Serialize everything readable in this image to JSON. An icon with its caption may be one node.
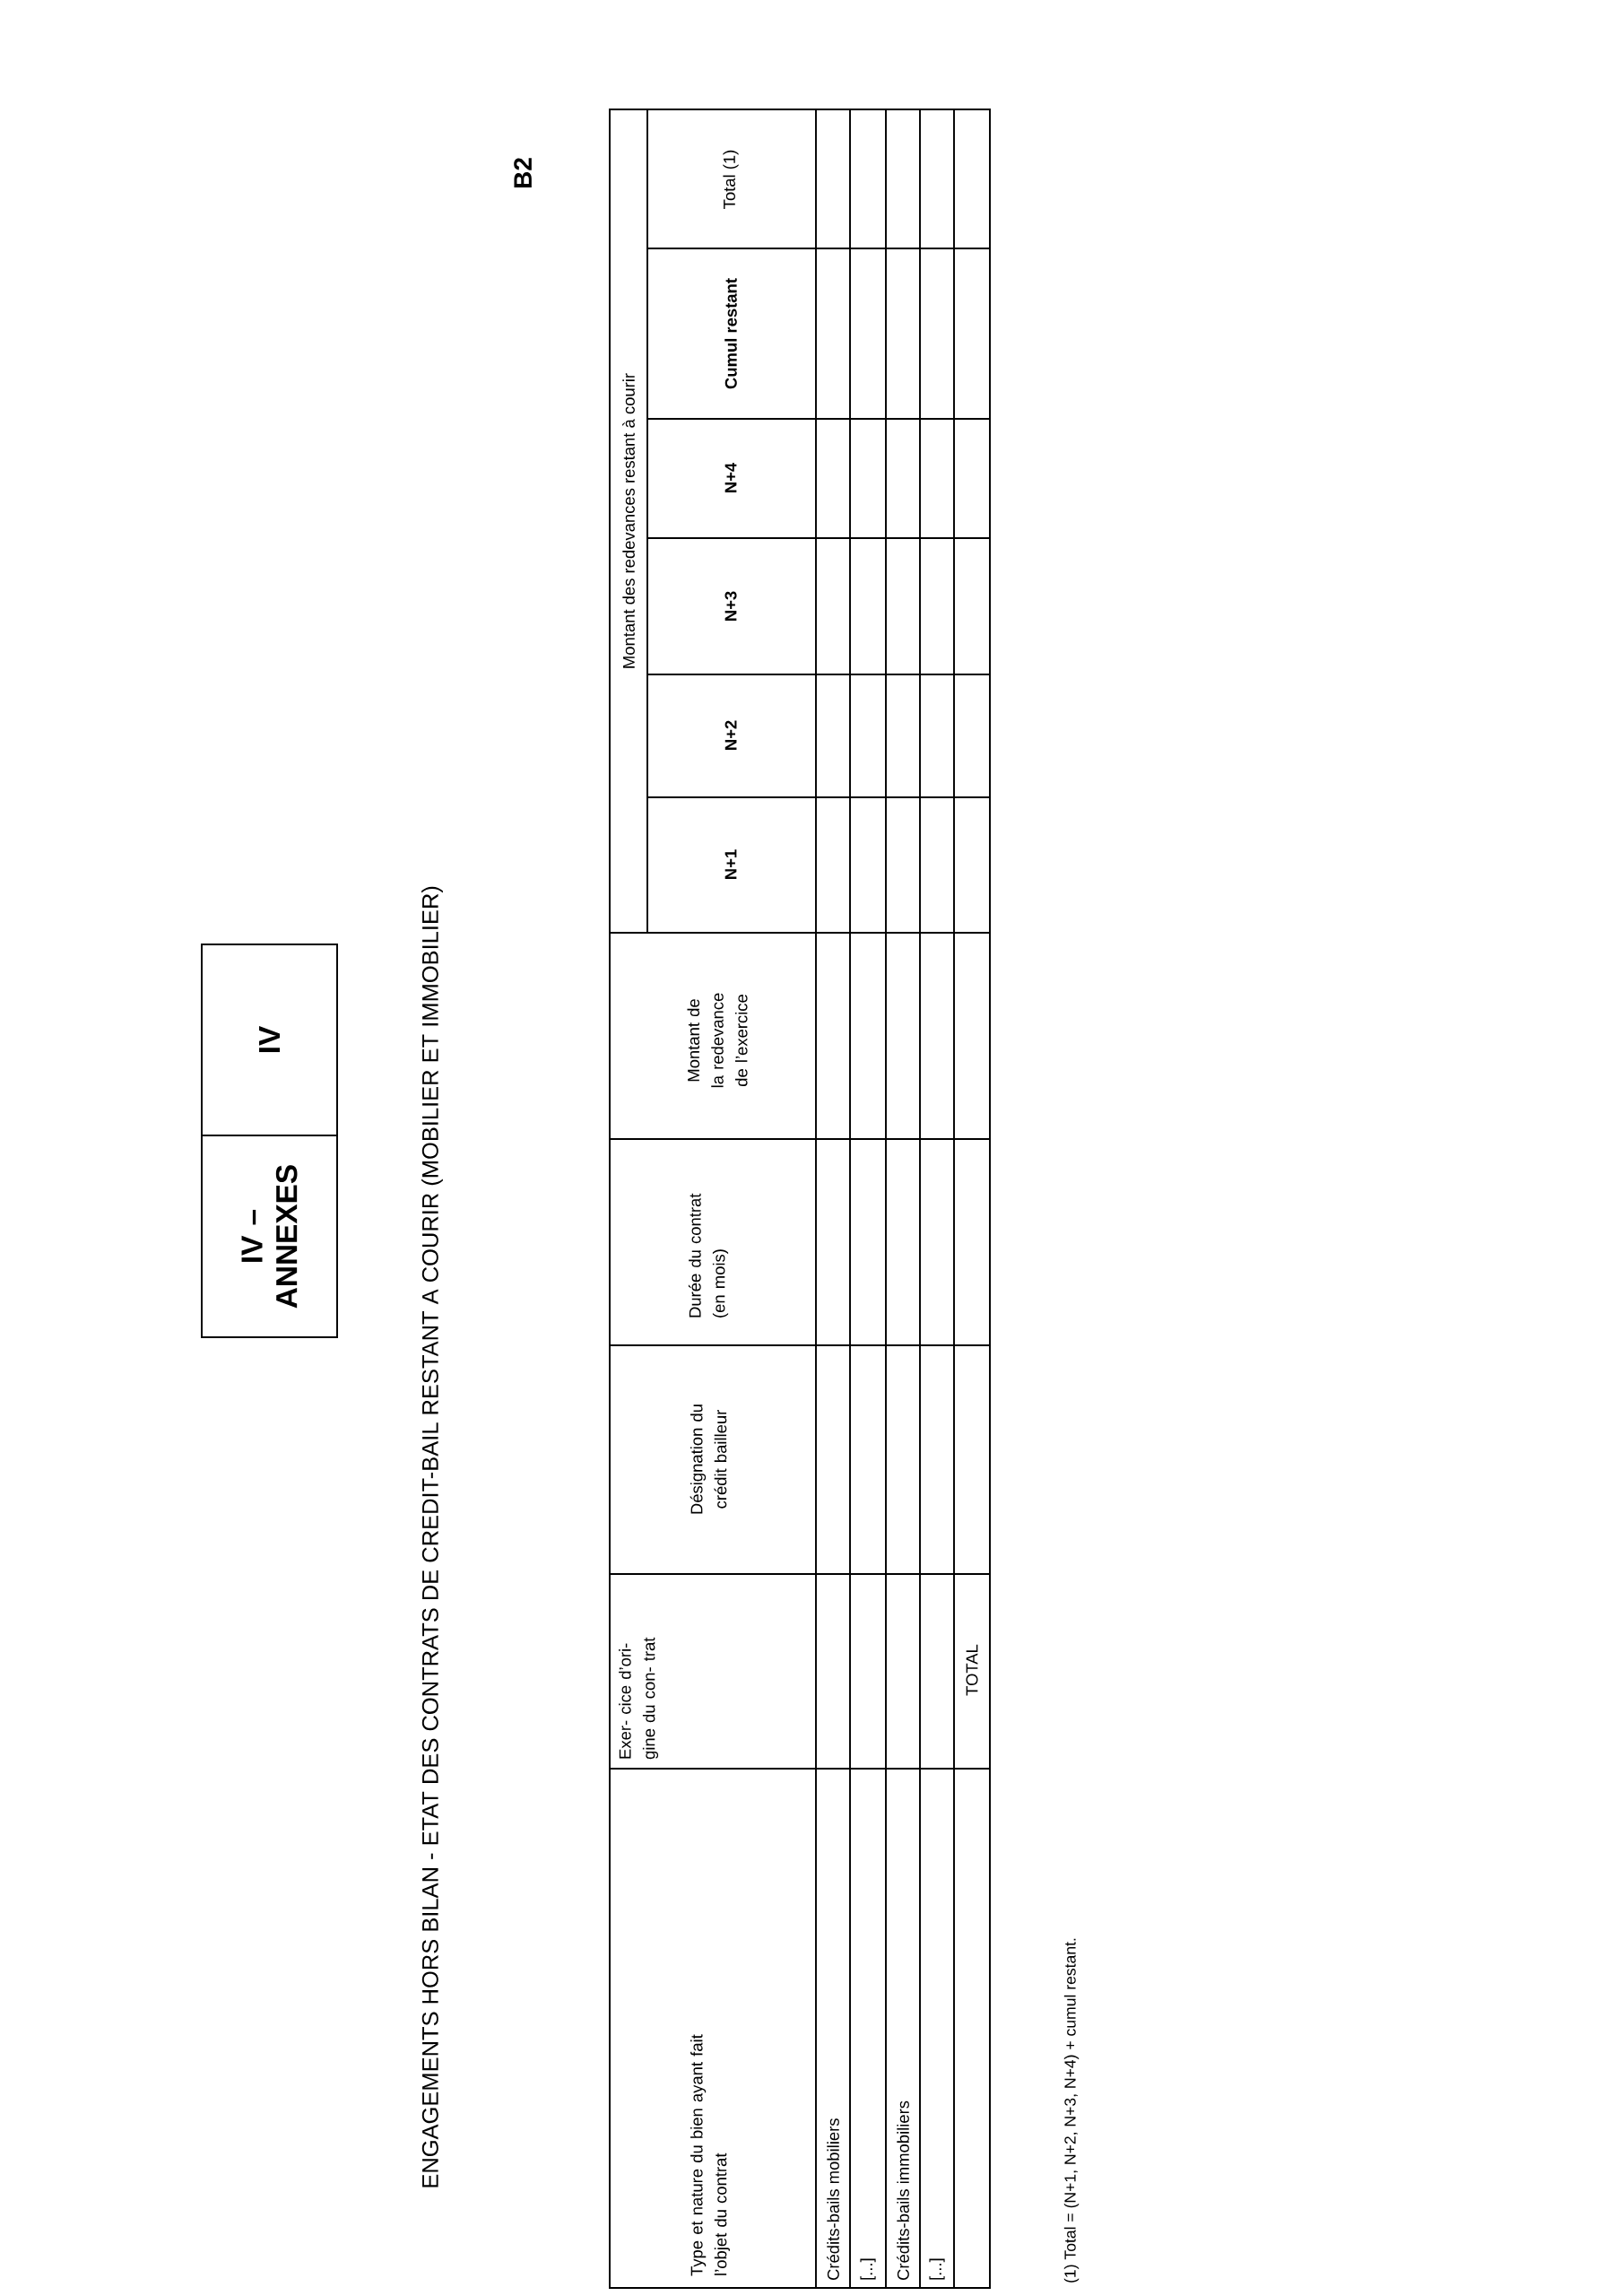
{
  "diagram": {
    "title": "ENGAGEMENTS HORS BILAN - ETAT DES CONTRATS DE CREDIT-BAIL RESTANT A COURIR (MOBILIER ET IMMOBILIER)",
    "nodes": [
      {
        "text": [
          "IV – ANNEXES"
        ]
      },
      {
        "text": [
          "IV"
        ]
      }
    ],
    "labels": [
      "B2",
      "Type et nature du bien ayant fait l’objet du contrat",
      "Exer- cice d’ori- gine du con- trat",
      "Désignation du crédit bailleur",
      "Durée du contrat (en mois)",
      "Montant de la redevance de l’exercice",
      "Montant des redevances restant à courir",
      "N+1",
      "N+2",
      "N+3",
      "N+4",
      "Cumul restant",
      "Total (1)",
      "Crédits-bails mobiliers",
      "[...]",
      "Crédits-bails immobiliers",
      "[...]",
      "TOTAL",
      "(1) Total = (N+1, N+2, N+3, N+4) + cumul restant."
    ]
  }
}
